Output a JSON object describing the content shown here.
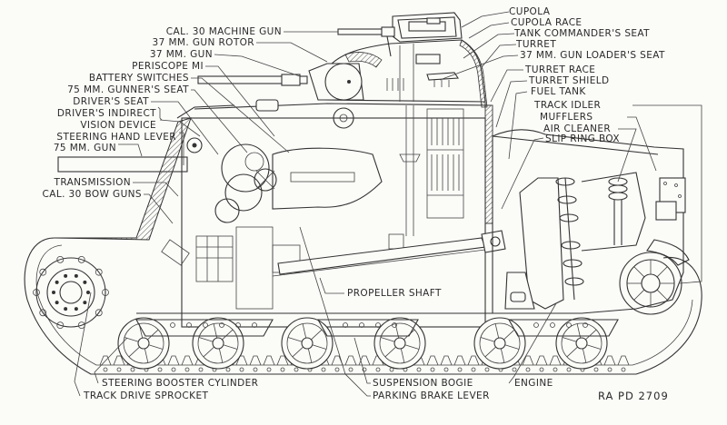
{
  "diagram": {
    "subject": "Medium tank cutaway (side view)",
    "figure_id": "RA PD 2709",
    "labels_left": [
      {
        "id": "cal30-machine-gun",
        "text": "CAL. 30 MACHINE GUN"
      },
      {
        "id": "37mm-gun-rotor",
        "text": "37 MM. GUN ROTOR"
      },
      {
        "id": "37mm-gun",
        "text": "37 MM. GUN"
      },
      {
        "id": "periscope-m1",
        "text": "PERISCOPE MI"
      },
      {
        "id": "battery-switches",
        "text": "BATTERY SWITCHES"
      },
      {
        "id": "75mm-gunners-seat",
        "text": "75 MM. GUNNER'S SEAT"
      },
      {
        "id": "drivers-seat",
        "text": "DRIVER'S SEAT"
      },
      {
        "id": "drivers-indirect",
        "text": "DRIVER'S INDIRECT"
      },
      {
        "id": "vision-device",
        "text": "VISION DEVICE"
      },
      {
        "id": "steering-hand-lever",
        "text": "STEERING HAND LEVER"
      },
      {
        "id": "75mm-gun",
        "text": "75 MM. GUN"
      },
      {
        "id": "transmission",
        "text": "TRANSMISSION"
      },
      {
        "id": "cal30-bow-guns",
        "text": "CAL. 30 BOW GUNS"
      }
    ],
    "labels_right": [
      {
        "id": "cupola",
        "text": "CUPOLA"
      },
      {
        "id": "cupola-race",
        "text": "CUPOLA RACE"
      },
      {
        "id": "tank-commanders-seat",
        "text": "TANK COMMANDER'S SEAT"
      },
      {
        "id": "turret",
        "text": "TURRET"
      },
      {
        "id": "37mm-gun-loaders-seat",
        "text": "37 MM. GUN LOADER'S SEAT"
      },
      {
        "id": "turret-race",
        "text": "TURRET RACE"
      },
      {
        "id": "turret-shield",
        "text": "TURRET SHIELD"
      },
      {
        "id": "fuel-tank",
        "text": "FUEL TANK"
      },
      {
        "id": "track-idler",
        "text": "TRACK IDLER"
      },
      {
        "id": "mufflers",
        "text": "MUFFLERS"
      },
      {
        "id": "air-cleaner",
        "text": "AIR CLEANER"
      },
      {
        "id": "slip-ring-box",
        "text": "SLIP RING BOX"
      }
    ],
    "labels_center": [
      {
        "id": "propeller-shaft",
        "text": "PROPELLER SHAFT"
      }
    ],
    "labels_bottom": [
      {
        "id": "steering-booster-cylinder",
        "text": "STEERING BOOSTER CYLINDER"
      },
      {
        "id": "track-drive-sprocket",
        "text": "TRACK DRIVE SPROCKET"
      },
      {
        "id": "suspension-bogie",
        "text": "SUSPENSION BOGIE"
      },
      {
        "id": "parking-brake-lever",
        "text": "PARKING BRAKE LEVER"
      },
      {
        "id": "engine",
        "text": "ENGINE"
      }
    ]
  }
}
